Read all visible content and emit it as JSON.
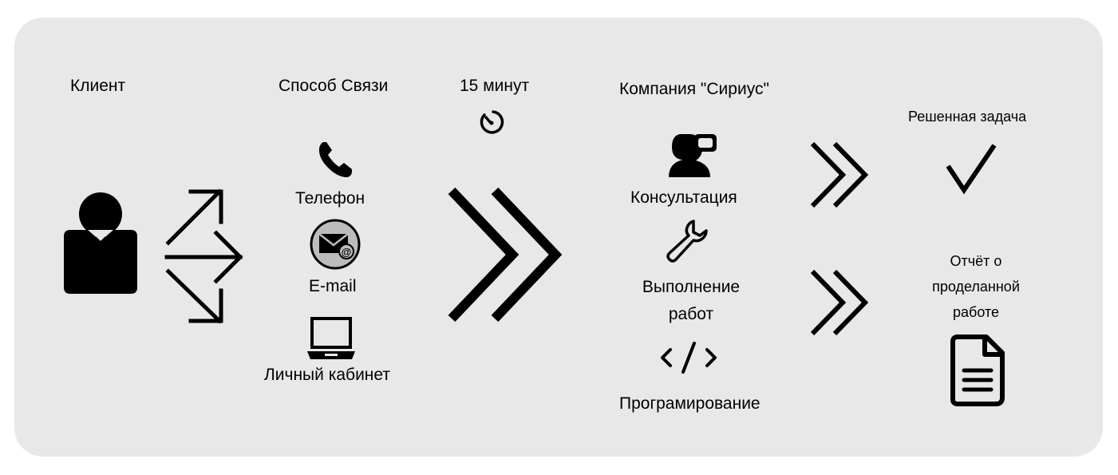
{
  "colors": {
    "panel": "#e8e8e8",
    "ink": "#000000"
  },
  "client": {
    "label": "Клиент",
    "icon": "user-icon"
  },
  "channels": {
    "title": "Способ Связи",
    "items": [
      {
        "label": "Телефон",
        "icon": "phone-icon"
      },
      {
        "label": "E-mail",
        "icon": "email-icon"
      },
      {
        "label": "Личный кабинет",
        "icon": "laptop-icon"
      }
    ]
  },
  "response_time": {
    "label": "15 минут",
    "icon": "timer-icon"
  },
  "company": {
    "title": "Компания \"Сириус\"",
    "services": [
      {
        "label": "Консультация",
        "icon": "consultant-icon"
      },
      {
        "label_lines": [
          "Выполнение",
          "работ"
        ],
        "icon": "wrench-icon"
      },
      {
        "label": "Програмирование",
        "icon": "code-icon"
      }
    ]
  },
  "results": {
    "solved": {
      "label": "Решенная задача",
      "icon": "checkmark-icon"
    },
    "report": {
      "label_lines": [
        "Отчёт о",
        "проделанной",
        "работе"
      ],
      "icon": "document-icon"
    }
  }
}
